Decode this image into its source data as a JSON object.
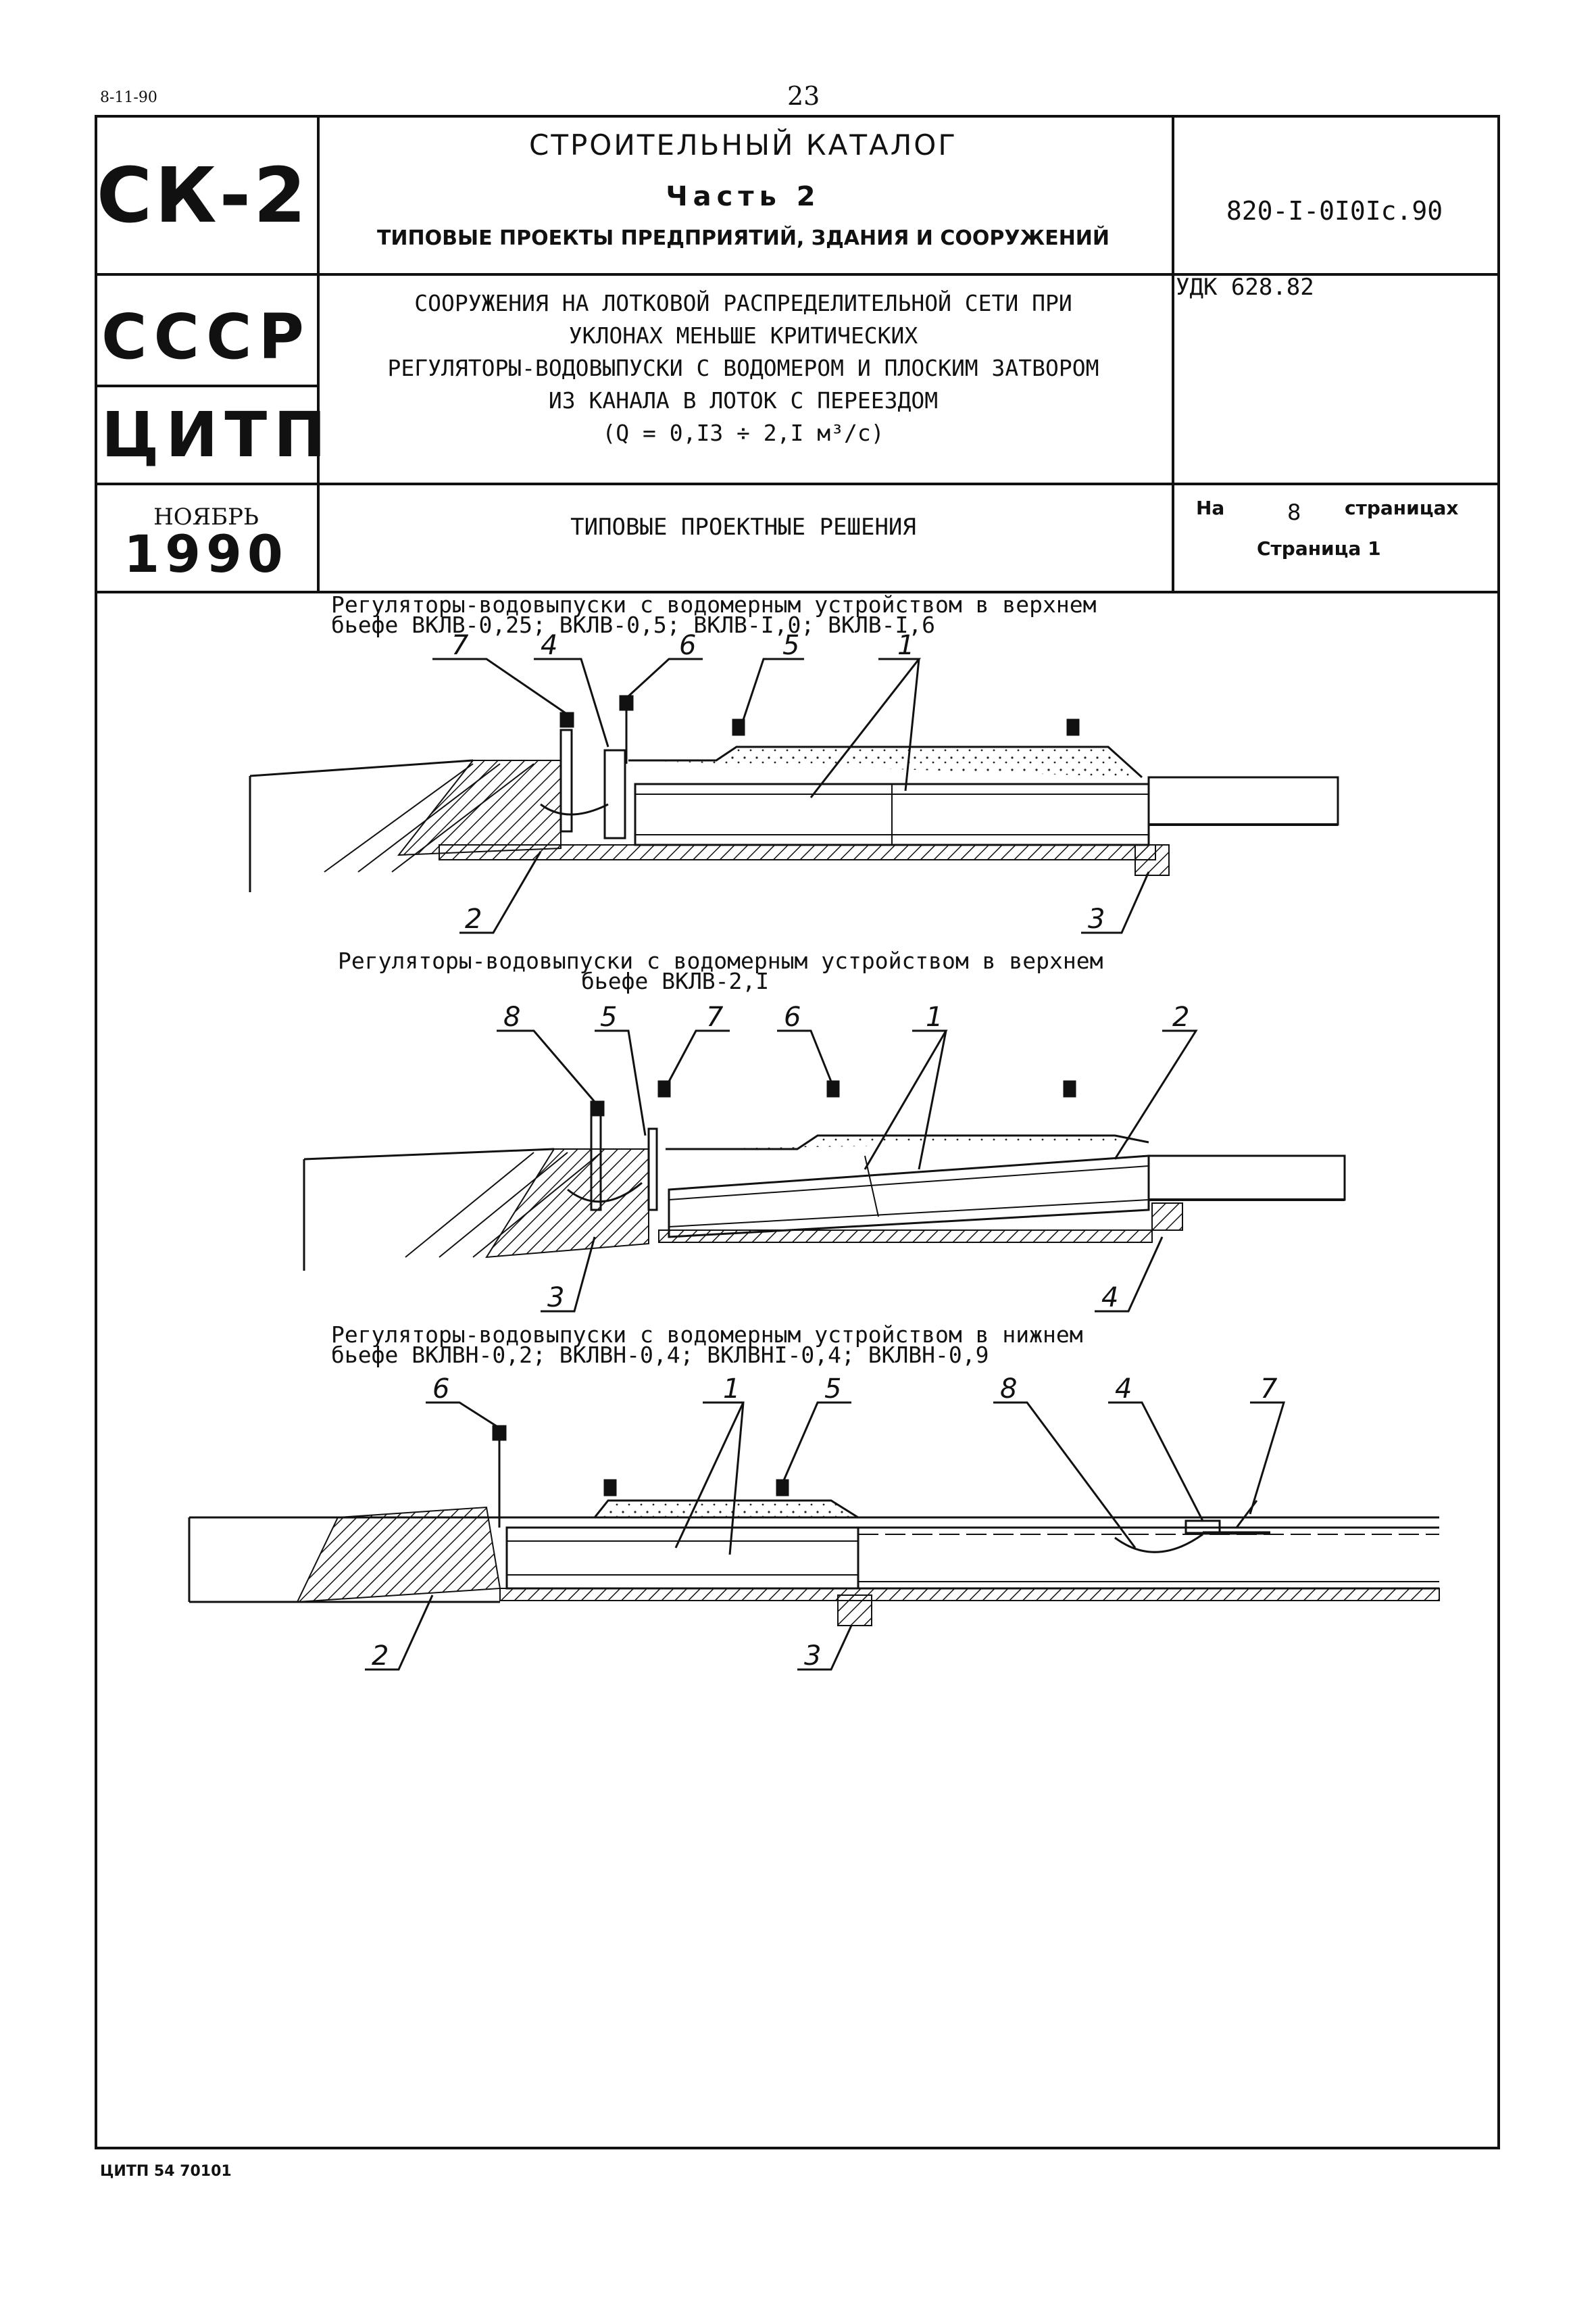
{
  "header": {
    "date_stamp": "8-11-90",
    "page_number": "23"
  },
  "title_block": {
    "logo_text": "СК-2",
    "catalog_title": "СТРОИТЕЛЬНЫЙ КАТАЛОГ",
    "catalog_part": "Часть 2",
    "catalog_subtitle": "ТИПОВЫЕ ПРОЕКТЫ ПРЕДПРИЯТИЙ, ЗДАНИЯ И СООРУЖЕНИЙ",
    "doc_code": "820-I-0I0Ic.90",
    "org_country": "СССР",
    "org_name": "ЦИТП",
    "udk": "УДК 628.82",
    "subject_lines": [
      "СООРУЖЕНИЯ НА ЛОТКОВОЙ РАСПРЕДЕЛИТЕЛЬНОЙ СЕТИ ПРИ",
      "УКЛОНАХ МЕНЬШЕ КРИТИЧЕСКИХ",
      "РЕГУЛЯТОРЫ-ВОДОВЫПУСКИ С ВОДОМЕРОМ И ПЛОСКИМ ЗАТВОРОМ",
      "ИЗ КАНАЛА В ЛОТОК С ПЕРЕЕЗДОМ",
      "(Q = 0,I3 ÷ 2,I м³/с)"
    ],
    "month": "НОЯБРЬ",
    "year": "1990",
    "project_type": "ТИПОВЫЕ ПРОЕКТНЫЕ РЕШЕНИЯ",
    "pages_prefix": "На",
    "pages_count": "8",
    "pages_suffix": "страницах",
    "page_label": "Страница 1"
  },
  "figures": [
    {
      "caption_line1": "Регуляторы-водовыпуски с водомерным устройством в верхнем",
      "caption_line2": "бьефе ВКЛВ-0,25; ВКЛВ-0,5; ВКЛВ-I,0; ВКЛВ-I,6",
      "callouts": [
        "7",
        "4",
        "6",
        "5",
        "1",
        "2",
        "3"
      ]
    },
    {
      "caption_line1": "Регуляторы-водовыпуски с водомерным устройством в верхнем",
      "caption_line2": "бьефе ВКЛВ-2,I",
      "callouts": [
        "8",
        "5",
        "7",
        "6",
        "1",
        "2",
        "3",
        "4"
      ]
    },
    {
      "caption_line1": "Регуляторы-водовыпуски с водомерным устройством в нижнем",
      "caption_line2": "бьефе ВКЛВН-0,2; ВКЛВН-0,4; ВКЛВНI-0,4; ВКЛВН-0,9",
      "callouts": [
        "6",
        "1",
        "5",
        "8",
        "4",
        "7",
        "2",
        "3"
      ]
    }
  ],
  "footer": {
    "text": "ЦИТП 54 70101"
  }
}
